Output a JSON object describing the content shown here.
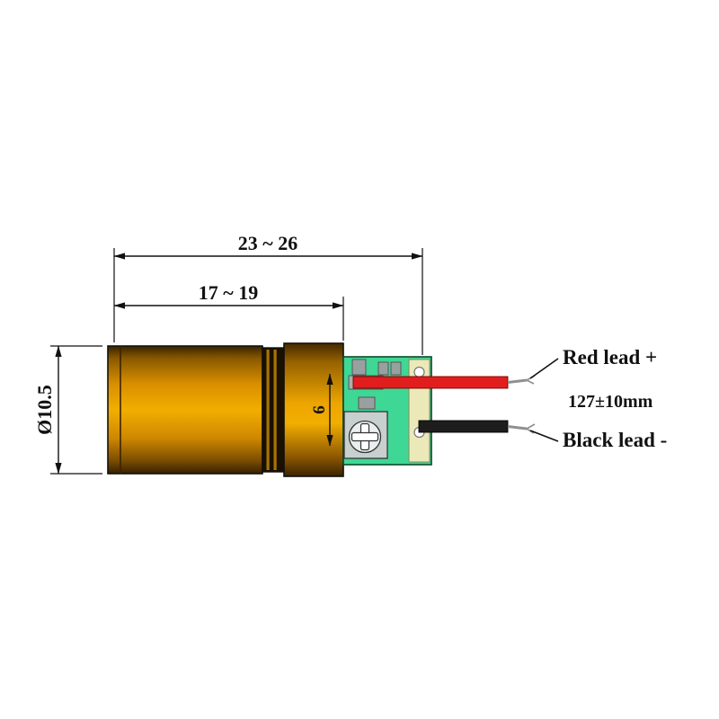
{
  "drawing": {
    "dim_overall": "23 ~ 26",
    "dim_body": "17 ~ 19",
    "dim_diameter": "Ø10.5",
    "dim_inner": "6",
    "lead_length": "127±10mm",
    "red_lead_label": "Red lead  +",
    "black_lead_label": "Black lead -"
  },
  "colors": {
    "brass_light": "#f2ae00",
    "brass_mid": "#d98f00",
    "brass_dark": "#4a2d00",
    "groove_dark": "#1a1000",
    "pcb_green": "#3fd795",
    "pcb_strip": "#ece9b8",
    "component_gray": "#a8b0b0",
    "wire_red": "#e21d1d",
    "wire_black": "#1d1d1d",
    "line": "#111111"
  }
}
